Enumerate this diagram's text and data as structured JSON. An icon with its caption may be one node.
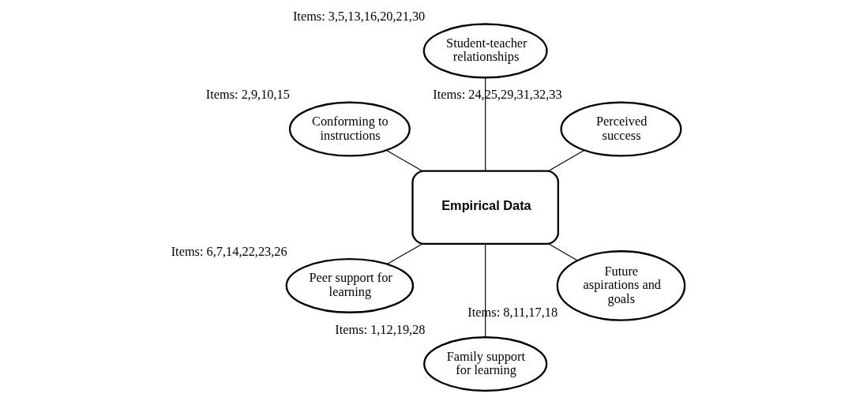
{
  "diagram": {
    "nodes": [
      {
        "text": [
          "Empirical Data"
        ]
      },
      {
        "text": [
          "Perceived success"
        ],
        "beside": [
          "Items: 24,25,29,31,32,33"
        ]
      },
      {
        "text": [
          "Student-teacher relationships"
        ],
        "beside": [
          "Items: 3,5,13,16,20,21,30"
        ]
      },
      {
        "text": [
          "Conforming to instructions"
        ],
        "beside": [
          "Items: 2,9,10,15"
        ]
      },
      {
        "text": [
          "Peer support for learning"
        ],
        "beside": [
          "Items: 6,7,14,22,23,26"
        ]
      },
      {
        "text": [
          "Family support for learning"
        ],
        "beside": [
          "Items: 1,12,19,28"
        ]
      },
      {
        "text": [
          "Future aspirations and goals"
        ],
        "beside": [
          "Items: 8,11,17,18"
        ]
      }
    ],
    "edges": [
      {
        "from": 0,
        "to": 1,
        "arrow": "none"
      },
      {
        "from": 0,
        "to": 2,
        "arrow": "none"
      },
      {
        "from": 0,
        "to": 3,
        "arrow": "none"
      },
      {
        "from": 0,
        "to": 4,
        "arrow": "none"
      },
      {
        "from": 0,
        "to": 5,
        "arrow": "none"
      },
      {
        "from": 0,
        "to": 6,
        "arrow": "none"
      }
    ]
  }
}
